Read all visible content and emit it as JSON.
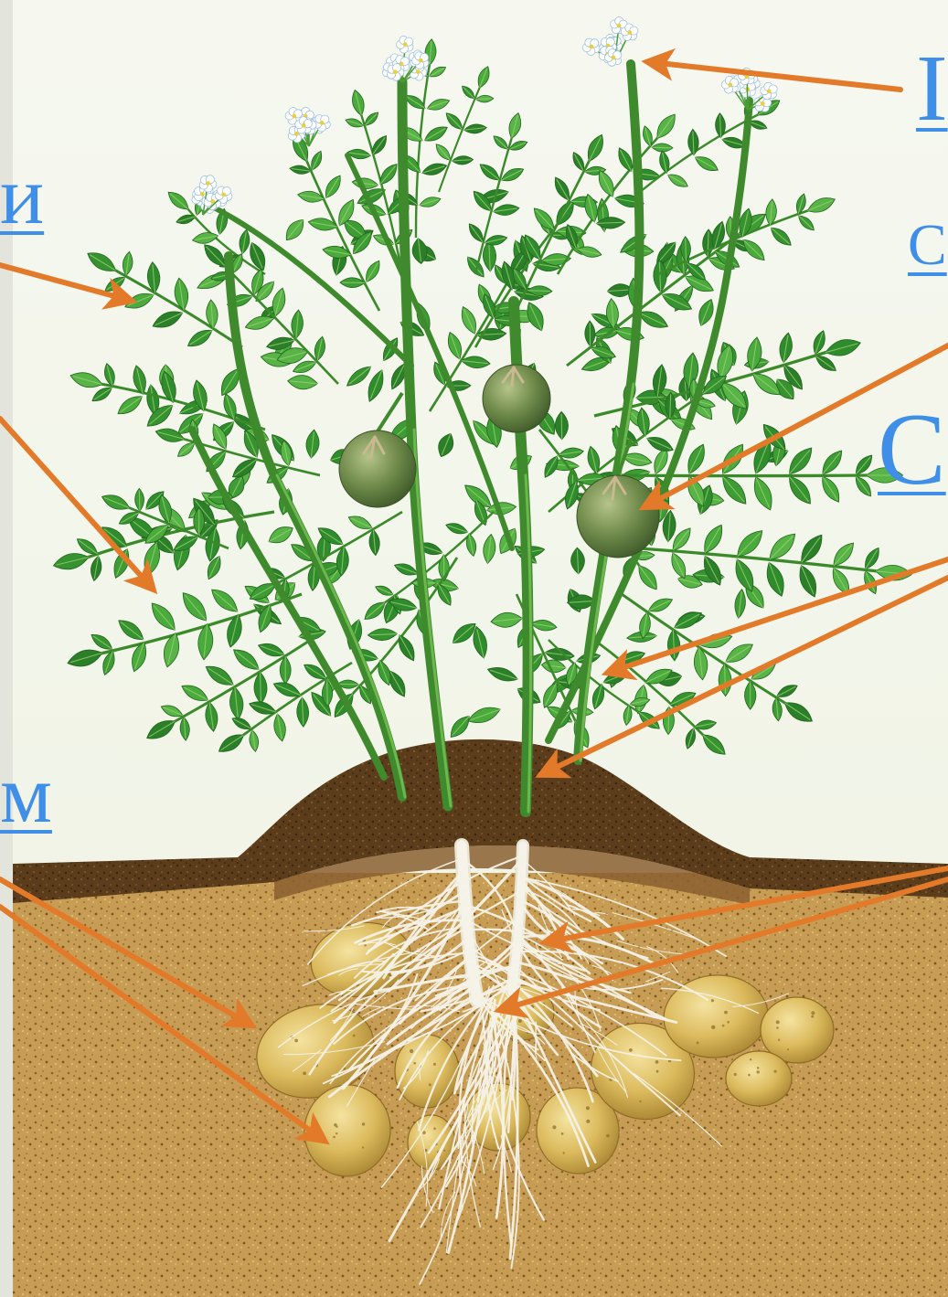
{
  "labels": {
    "top_right": "I",
    "right_upper": "С",
    "right_middle": "С",
    "left_upper": "и",
    "left_lower": "м"
  },
  "colors": {
    "label": "#3f8fe8",
    "arrow": "#e27a2a",
    "background": "#f4f6ec",
    "leaf": "#3e9c34",
    "stem": "#3e8a2c",
    "berry": "#6f8a4a",
    "potato": "#dcbb5e",
    "soil_dark": "#5b3d1c",
    "soil_light": "#c79d55",
    "root": "#f4f1e6",
    "flower": "#ffffff"
  }
}
